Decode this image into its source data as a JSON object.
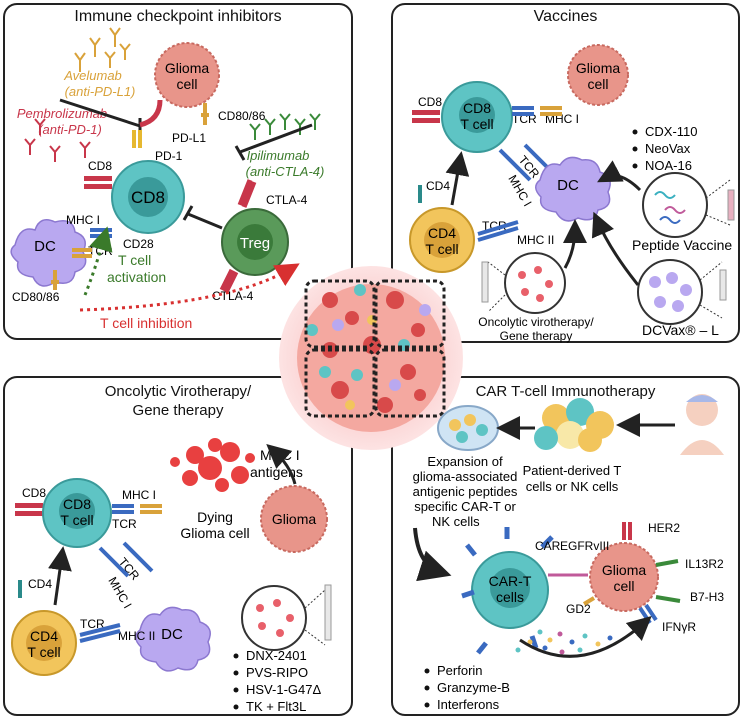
{
  "panels": {
    "icp": {
      "title": "Immune checkpoint inhibitors",
      "drugs": {
        "avelumab": "Avelumab",
        "avelumab_target": "(anti-PD-L1)",
        "pembrolizumab": "Pembrolizumab",
        "pembrolizumab_target": "(anti-PD-1)",
        "ipilimumab": "Ipilimumab",
        "ipilimumab_target": "(anti-CTLA-4)"
      },
      "labels": {
        "glioma_cell_1": "Glioma",
        "glioma_cell_2": "cell",
        "cd80_86_top": "CD80/86",
        "pd_l1": "PD-L1",
        "pd_1": "PD-1",
        "cd8_marker": "CD8",
        "cd8_cell": "CD8",
        "mhc_i": "MHC I",
        "tcr": "TCR",
        "cd28": "CD28",
        "dc": "DC",
        "cd80_86_bottom": "CD80/86",
        "ctla4_top": "CTLA-4",
        "ctla4_bottom": "CTLA-4",
        "treg": "Treg",
        "activation_1": "T cell",
        "activation_2": "activation",
        "inhibition": "T cell inhibition"
      }
    },
    "vaccines": {
      "title": "Vaccines",
      "labels": {
        "cd8_marker": "CD8",
        "cd8_cell_1": "CD8",
        "cd8_cell_2": "T cell",
        "glioma_1": "Glioma",
        "glioma_2": "cell",
        "tcr_top": "TCR",
        "mhc_i_top": "MHC I",
        "tcr_diag": "TCR",
        "mhc_i_diag": "MHC I",
        "cd4_marker": "CD4",
        "cd4_cell_1": "CD4",
        "cd4_cell_2": "T cell",
        "tcr_bottom": "TCR",
        "mhc_ii": "MHC II",
        "dc": "DC",
        "peptide_vaccine": "Peptide Vaccine",
        "dcvax": "DCVax® – L",
        "oncolytic_1": "Oncolytic virotherapy/",
        "oncolytic_2": "Gene therapy"
      },
      "list": [
        "CDX-110",
        "NeoVax",
        "NOA-16"
      ]
    },
    "oncolytic": {
      "title_1": "Oncolytic Virotherapy/",
      "title_2": "Gene therapy",
      "labels": {
        "cd8_marker": "CD8",
        "cd8_cell_1": "CD8",
        "cd8_cell_2": "T cell",
        "mhc_i_top": "MHC I",
        "tcr_top": "TCR",
        "antigens_1": "MHC I",
        "antigens_2": "antigens",
        "dying_1": "Dying",
        "dying_2": "Glioma cell",
        "glioma": "Glioma",
        "tcr_diag": "TCR",
        "mhc_i_diag": "MHC I",
        "cd4_marker": "CD4",
        "cd4_cell_1": "CD4",
        "cd4_cell_2": "T cell",
        "tcr_bottom": "TCR",
        "mhc_ii": "MHC II",
        "dc": "DC"
      },
      "list": [
        "DNX-2401",
        "PVS-RIPO",
        "HSV-1-G47Δ",
        "TK + Flt3L"
      ]
    },
    "cart": {
      "title": "CAR T-cell Immunotherapy",
      "labels": {
        "expansion_1": "Expansion of",
        "expansion_2": "glioma-associated",
        "expansion_3": "antigenic peptides",
        "expansion_4": "specific CAR-T or",
        "expansion_5": "NK cells",
        "patient_1": "Patient-derived T",
        "patient_2": "cells or NK cells",
        "car": "CAR",
        "egfrviii": "EGFRvIII",
        "her2": "HER2",
        "il13r2": "IL13R2",
        "b7h3": "B7-H3",
        "ifngr": "IFNγR",
        "gd2": "GD2",
        "cart_1": "CAR-T",
        "cart_2": "cells",
        "glioma_1": "Glioma",
        "glioma_2": "cell"
      },
      "list": [
        "Perforin",
        "Granzyme-B",
        "Interferons"
      ]
    }
  },
  "colors": {
    "glioma": "#e8958a",
    "cd8": "#5ec4c4",
    "cd4": "#f2c55c",
    "dc": "#b9a8f0",
    "treg": "#5a9a5a",
    "inhibitor": "#c8364a",
    "activation": "#3a7a2a"
  }
}
